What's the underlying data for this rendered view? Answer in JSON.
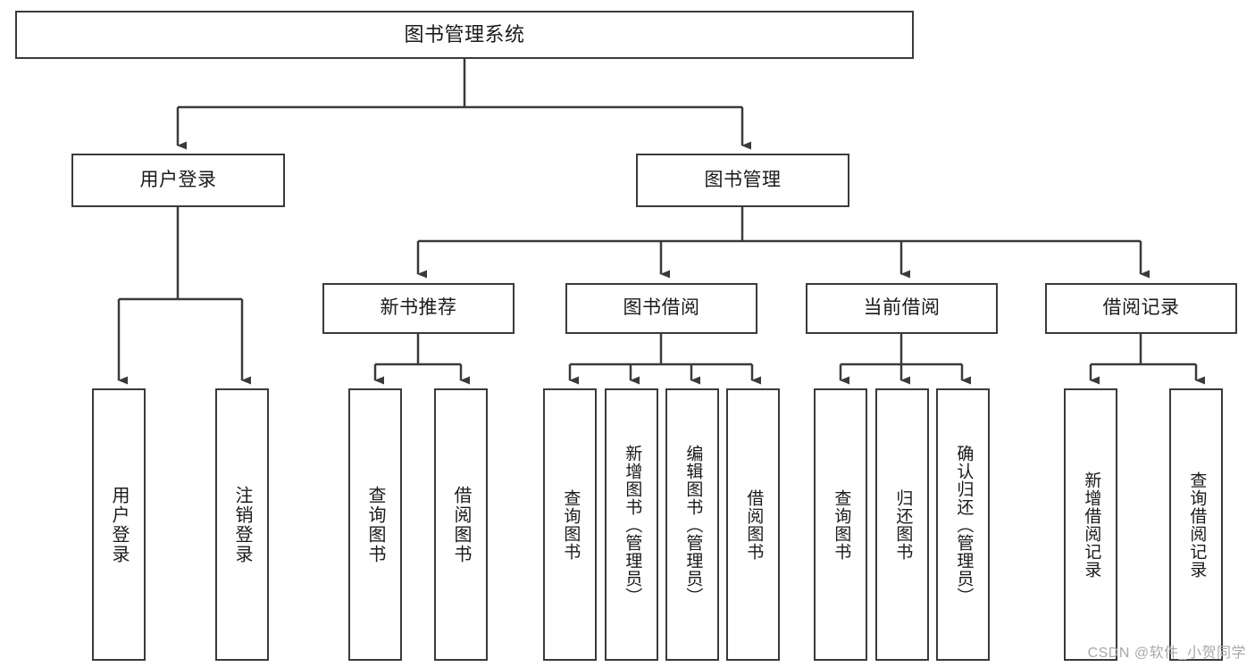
{
  "diagram": {
    "type": "tree",
    "title": "图书管理系统",
    "watermark": "CSDN @软件_小贺同学",
    "colors": {
      "stroke": "#3a3a3a",
      "background": "#ffffff",
      "text": "#1a1a1a",
      "watermark": "#a8a8a8"
    },
    "nodes": {
      "root": {
        "label": "图书管理系统"
      },
      "level1": [
        {
          "label": "用户登录"
        },
        {
          "label": "图书管理"
        }
      ],
      "level2": [
        {
          "label": "新书推荐"
        },
        {
          "label": "图书借阅"
        },
        {
          "label": "当前借阅"
        },
        {
          "label": "借阅记录"
        }
      ],
      "leaves_user_login": [
        {
          "label": "用户登录"
        },
        {
          "label": "注销登录"
        }
      ],
      "leaves_new_book": [
        {
          "label": "查询图书"
        },
        {
          "label": "借阅图书"
        }
      ],
      "leaves_borrow": [
        {
          "label": "查询图书"
        },
        {
          "label": "新增图书（管理员）"
        },
        {
          "label": "编辑图书（管理员）"
        },
        {
          "label": "借阅图书"
        }
      ],
      "leaves_current": [
        {
          "label": "查询图书"
        },
        {
          "label": "归还图书"
        },
        {
          "label": "确认归还（管理员）"
        }
      ],
      "leaves_records": [
        {
          "label": "新增借阅记录"
        },
        {
          "label": "查询借阅记录"
        }
      ]
    }
  }
}
